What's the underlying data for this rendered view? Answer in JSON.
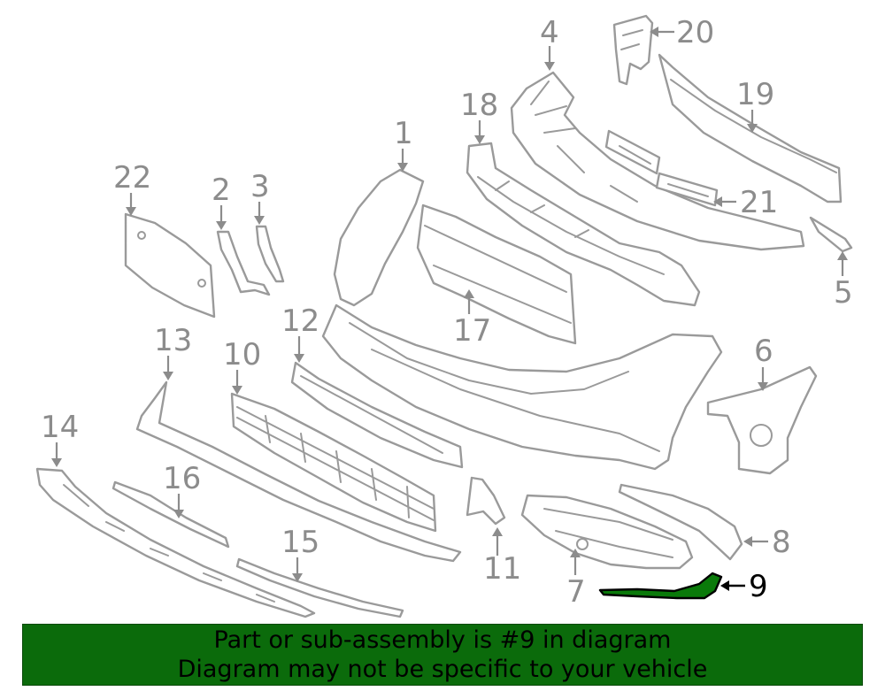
{
  "diagram": {
    "callouts": [
      "1",
      "2",
      "3",
      "4",
      "5",
      "6",
      "7",
      "8",
      "9",
      "10",
      "11",
      "12",
      "13",
      "14",
      "15",
      "16",
      "17",
      "18",
      "19",
      "20",
      "21",
      "22"
    ],
    "highlighted": "9",
    "colors": {
      "line": "#9a9a9a",
      "label": "#8c8c8c",
      "highlight_fill": "#0a7a0a",
      "banner": "#0b6b0b"
    }
  },
  "banner": {
    "line1": "Part or sub-assembly is #9 in diagram",
    "line2": "Diagram may not be specific to your vehicle"
  }
}
